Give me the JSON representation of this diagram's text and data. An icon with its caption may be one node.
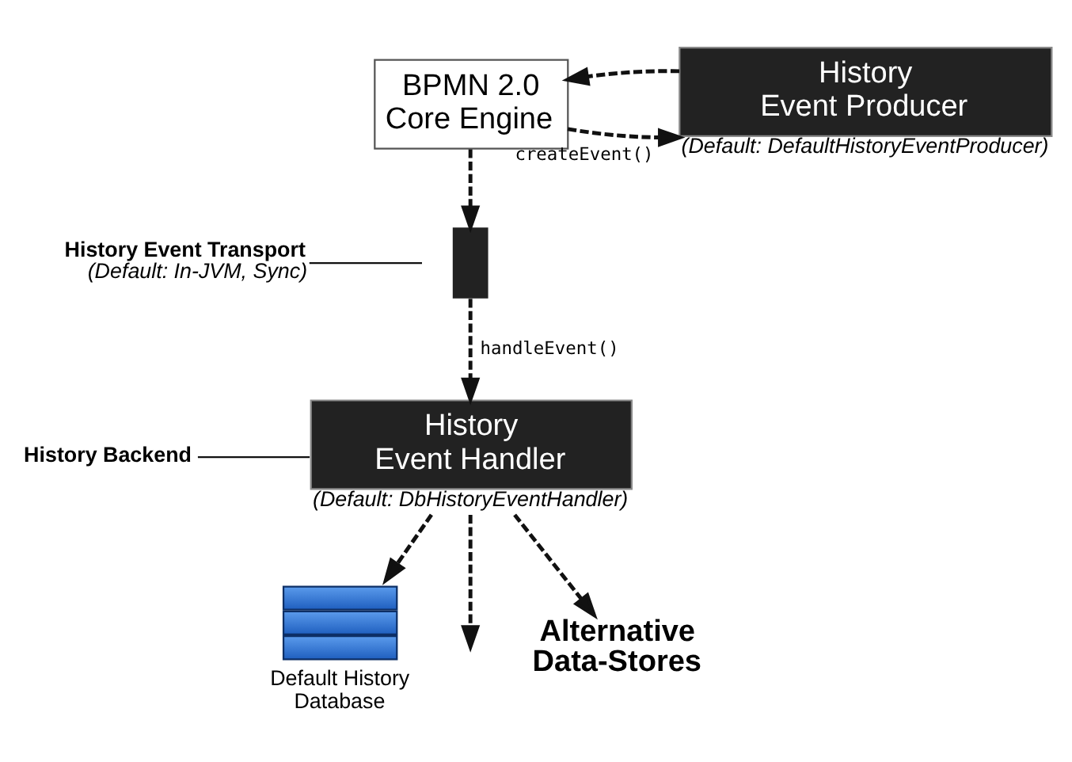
{
  "diagram": {
    "nodes": [
      {
        "text": [
          "BPMN 2.0 Core Engine"
        ]
      },
      {
        "text": [
          "History Event Producer"
        ],
        "beside": [
          "(Default: DefaultHistoryEventProducer)"
        ]
      },
      {
        "text": [
          "History Event Transport",
          "(Default: In-JVM, Sync)"
        ]
      },
      {
        "text": [],
        "shape": "bar"
      },
      {
        "text": [
          "History Backend"
        ]
      },
      {
        "text": [
          "History Event Handler"
        ],
        "beside": [
          "(Default: DbHistoryEventHandler)"
        ]
      },
      {
        "text": [],
        "shape": "picture",
        "beside": [
          "Default History Database"
        ]
      },
      {
        "text": [
          "Alternative Data-Stores"
        ]
      }
    ],
    "edges": [
      {
        "from": 0,
        "to": 1,
        "arrow": "to",
        "label": "createEvent()",
        "style": "dashed"
      },
      {
        "from": 1,
        "to": 0,
        "arrow": "to",
        "style": "dashed"
      },
      {
        "from": 0,
        "to": 3,
        "arrow": "to",
        "style": "dashed"
      },
      {
        "from": 2,
        "to": 3,
        "arrow": "none"
      },
      {
        "from": 3,
        "to": 5,
        "arrow": "to",
        "label": "handleEvent()",
        "style": "dashed"
      },
      {
        "from": 4,
        "to": 5,
        "arrow": "none"
      },
      {
        "from": 5,
        "to": 6,
        "arrow": "to",
        "style": "dashed"
      },
      {
        "from": 5,
        "to": null,
        "arrow": "to",
        "style": "dashed"
      },
      {
        "from": 5,
        "to": 7,
        "arrow": "to",
        "style": "dashed"
      }
    ]
  }
}
